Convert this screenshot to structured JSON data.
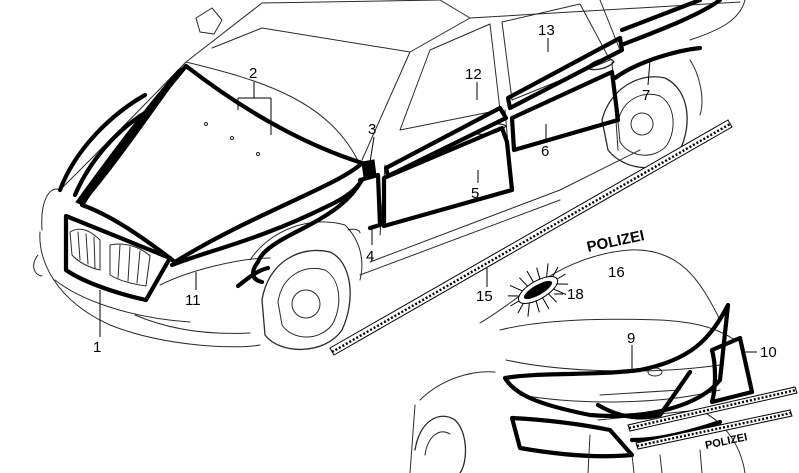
{
  "callouts": [
    {
      "id": "1",
      "label": "1"
    },
    {
      "id": "2",
      "label": "2"
    },
    {
      "id": "3",
      "label": "3"
    },
    {
      "id": "4",
      "label": "4"
    },
    {
      "id": "5",
      "label": "5"
    },
    {
      "id": "6",
      "label": "6"
    },
    {
      "id": "7",
      "label": "7"
    },
    {
      "id": "9",
      "label": "9"
    },
    {
      "id": "10",
      "label": "10"
    },
    {
      "id": "11",
      "label": "11"
    },
    {
      "id": "12",
      "label": "12"
    },
    {
      "id": "13",
      "label": "13"
    },
    {
      "id": "15",
      "label": "15"
    },
    {
      "id": "16",
      "label": "16"
    },
    {
      "id": "18",
      "label": "18"
    }
  ],
  "decals": {
    "front_lettering": "POLIZEI",
    "rear_lettering": "POLIZEI"
  },
  "colors": {
    "line": "#000000",
    "background": "#ffffff"
  }
}
